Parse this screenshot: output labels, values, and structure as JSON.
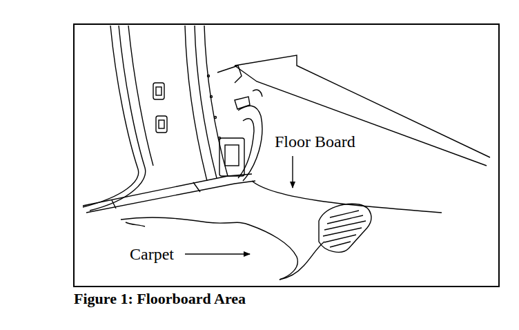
{
  "diagram": {
    "caption": "Figure 1: Floorboard Area",
    "labels": [
      "Floor Board",
      "Carpet"
    ]
  }
}
